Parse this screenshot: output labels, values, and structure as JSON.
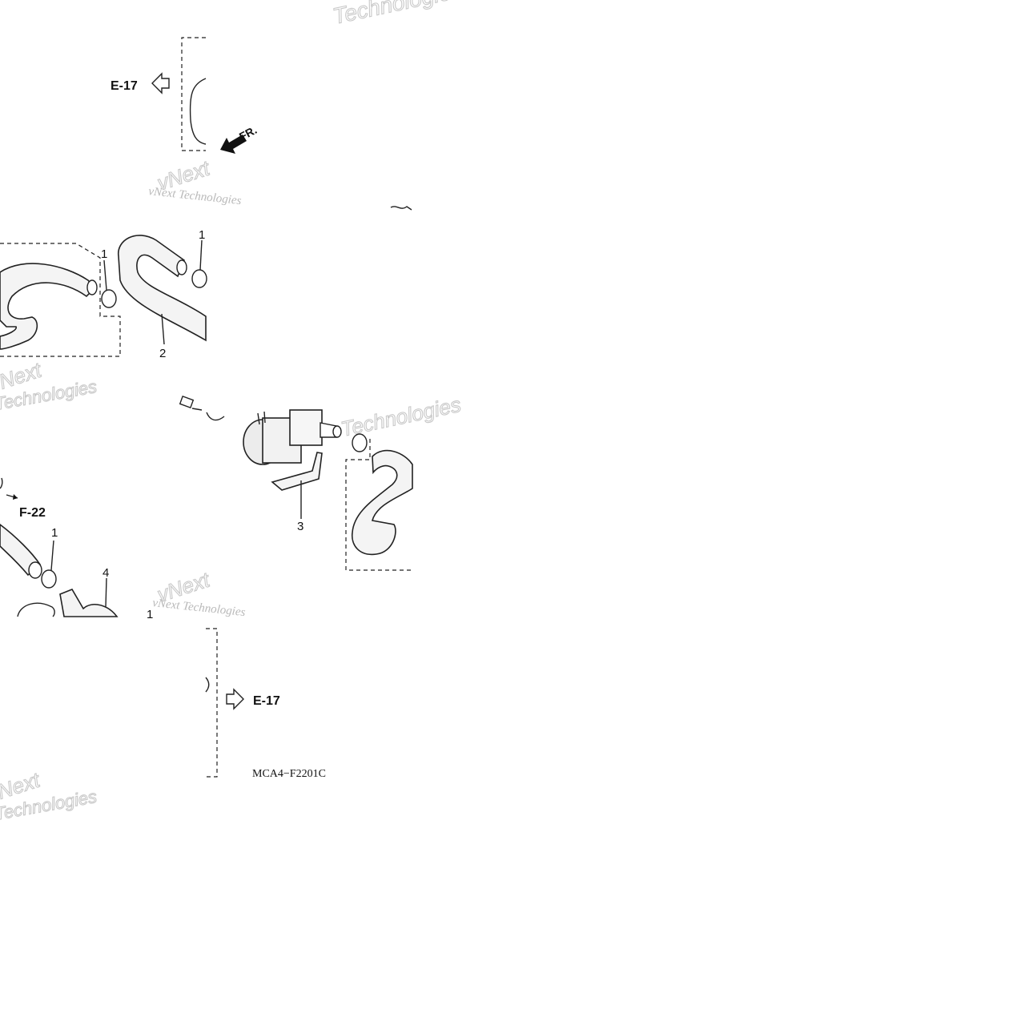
{
  "diagram": {
    "ref_top": "E-17",
    "ref_mid": "F-22",
    "ref_bottom": "E-17",
    "front_marker": "FR.",
    "part_code": "MCA4−F2201C",
    "callouts": {
      "clamp_a": "1",
      "clamp_b": "1",
      "clamp_c": "1",
      "clamp_d": "1",
      "hose": "2",
      "bracket": "3",
      "valve": "4"
    },
    "watermark": {
      "brand": "vNext",
      "word": "Technologies",
      "line": "vNext Technologies"
    },
    "icons": [
      "arrow-left-outline-icon",
      "arrow-right-outline-icon",
      "front-direction-arrow-icon"
    ],
    "colors": {
      "ink": "#111111",
      "watermark": "#b9b9b9",
      "background": "#ffffff"
    }
  }
}
